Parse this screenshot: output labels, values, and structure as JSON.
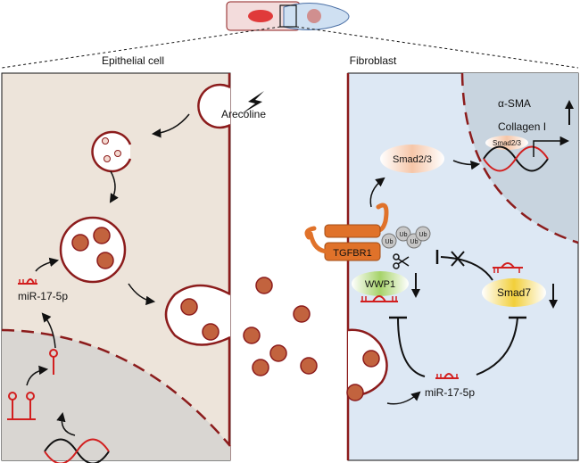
{
  "panels": {
    "left_title": "Epithelial cell",
    "right_title": "Fibroblast"
  },
  "stimulus": {
    "label": "Arecoline"
  },
  "left_mirna": {
    "label": "miR-17-5p"
  },
  "right_mirna": {
    "label": "miR-17-5p"
  },
  "receptor": {
    "label": "TGFBR1"
  },
  "proteins": {
    "smad23": "Smad2/3",
    "smad23_small": "Smad2/3",
    "wwp1": "WWP1",
    "smad7": "Smad7"
  },
  "ubiquitin": {
    "label": "Ub"
  },
  "outputs": {
    "alpha_sma": "α-SMA",
    "collagen": "Collagen I"
  },
  "colors": {
    "left_bg": "#ede4da",
    "right_bg": "#dde8f4",
    "nucleus": "#d9d6d2",
    "nucleus_right": "#c8d4df",
    "membrane": "#8c1c1c",
    "mirna": "#d21f1f",
    "receptor": "#e0722a",
    "smad23_fill": "#f6c6a8",
    "wwp1_fill": "#a6d36a",
    "smad7_fill": "#f2cf3a",
    "ub_fill": "#c7c7c7"
  },
  "icons": [
    "lightning-icon",
    "scissors-icon",
    "up-arrow-icon",
    "down-arrow-icon",
    "hairpin-rna-icon",
    "dna-helix-icon"
  ]
}
